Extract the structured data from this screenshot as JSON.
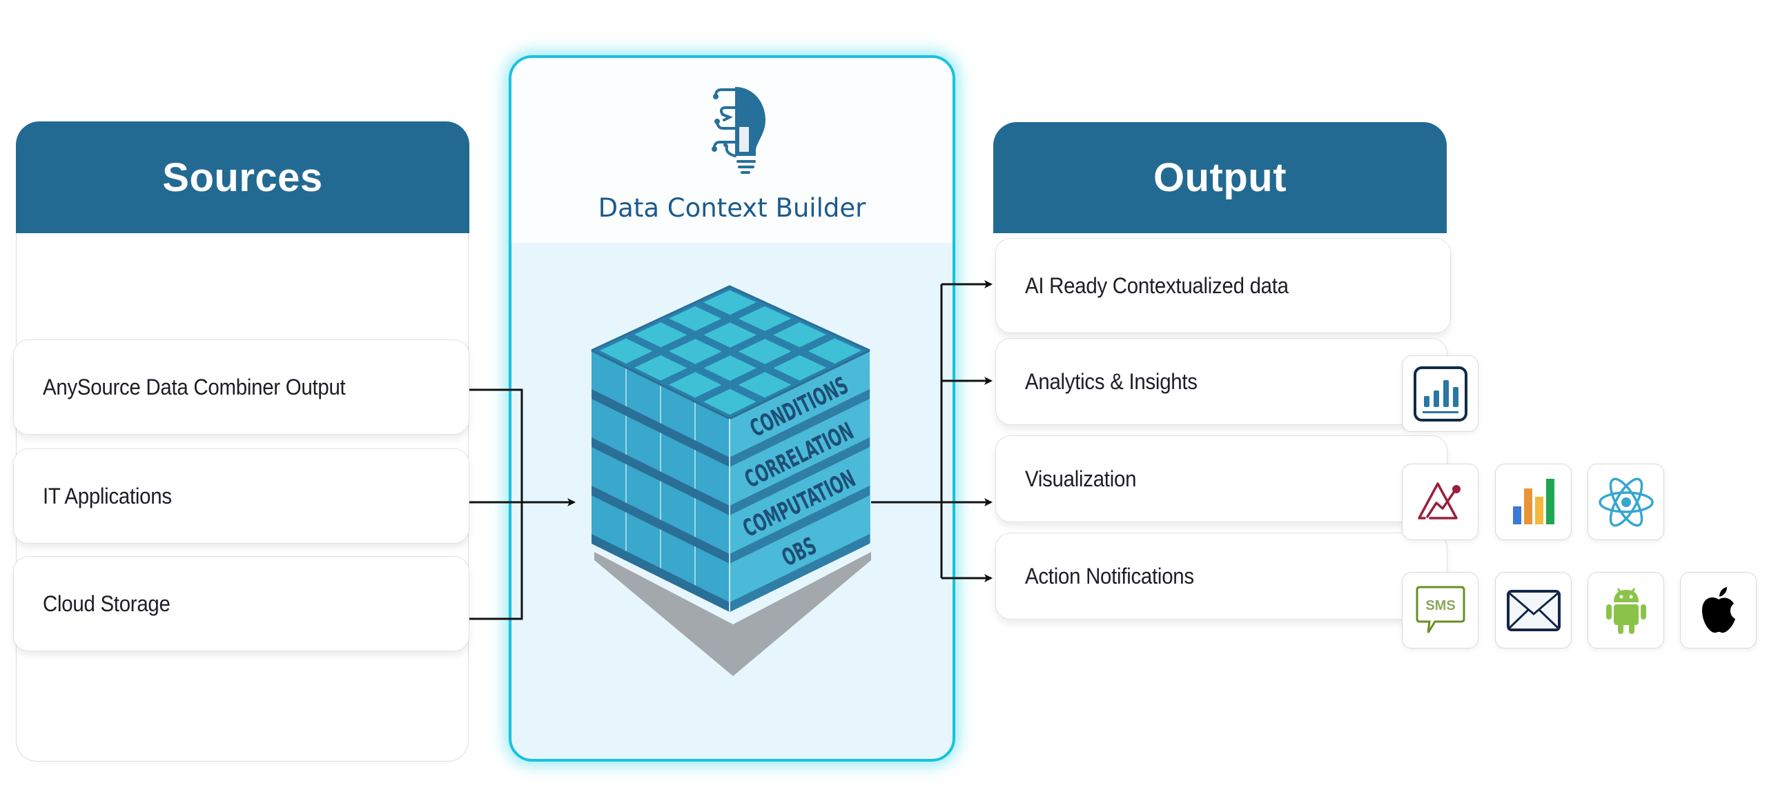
{
  "sources": {
    "title": "Sources",
    "items": [
      {
        "label": "AnySource Data Combiner Output"
      },
      {
        "label": "IT Applications"
      },
      {
        "label": "Cloud Storage"
      }
    ]
  },
  "center": {
    "title": "Data Context Builder",
    "icon": "lightbulb-circuit-icon",
    "layers": [
      "CONDITIONS",
      "CORRELATION",
      "COMPUTATION",
      "OBS"
    ]
  },
  "output": {
    "title": "Output",
    "items": [
      {
        "label": "AI Ready Contextualized data",
        "icons": []
      },
      {
        "label": "Analytics & Insights",
        "icons": [
          "analytics-bar-chart-icon"
        ]
      },
      {
        "label": "Visualization",
        "icons": [
          "mountain-chart-icon",
          "color-bar-chart-icon",
          "react-atom-icon"
        ]
      },
      {
        "label": "Action Notifications",
        "icons": [
          "sms-icon",
          "email-icon",
          "android-icon",
          "apple-icon"
        ]
      }
    ]
  },
  "colors": {
    "header_bg": "#236a93",
    "center_border": "#19c2dc",
    "center_bg": "#e7f6fd",
    "title_text": "#1c5a8c",
    "connector": "#111111"
  }
}
